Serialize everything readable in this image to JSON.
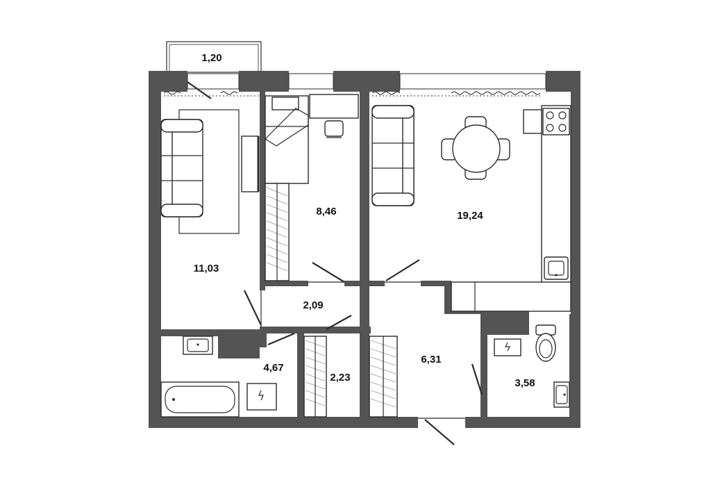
{
  "plan": {
    "wall_color": "#545454",
    "rooms": [
      {
        "id": "balcony",
        "area": "1,20"
      },
      {
        "id": "living-room",
        "area": "11,03"
      },
      {
        "id": "bedroom",
        "area": "8,46"
      },
      {
        "id": "kitchen-living",
        "area": "19,24"
      },
      {
        "id": "hall",
        "area": "2,09"
      },
      {
        "id": "bathroom",
        "area": "4,67"
      },
      {
        "id": "closet",
        "area": "2,23"
      },
      {
        "id": "entrance",
        "area": "6,31"
      },
      {
        "id": "toilet",
        "area": "3,58"
      }
    ],
    "icons": [
      "sofa-icon",
      "bed-icon",
      "desk-icon",
      "chair-icon",
      "dining-table-icon",
      "stove-icon",
      "kitchen-sink-icon",
      "bathtub-icon",
      "washbasin-icon",
      "toilet-icon",
      "washing-machine-icon",
      "wardrobe-icon"
    ]
  }
}
